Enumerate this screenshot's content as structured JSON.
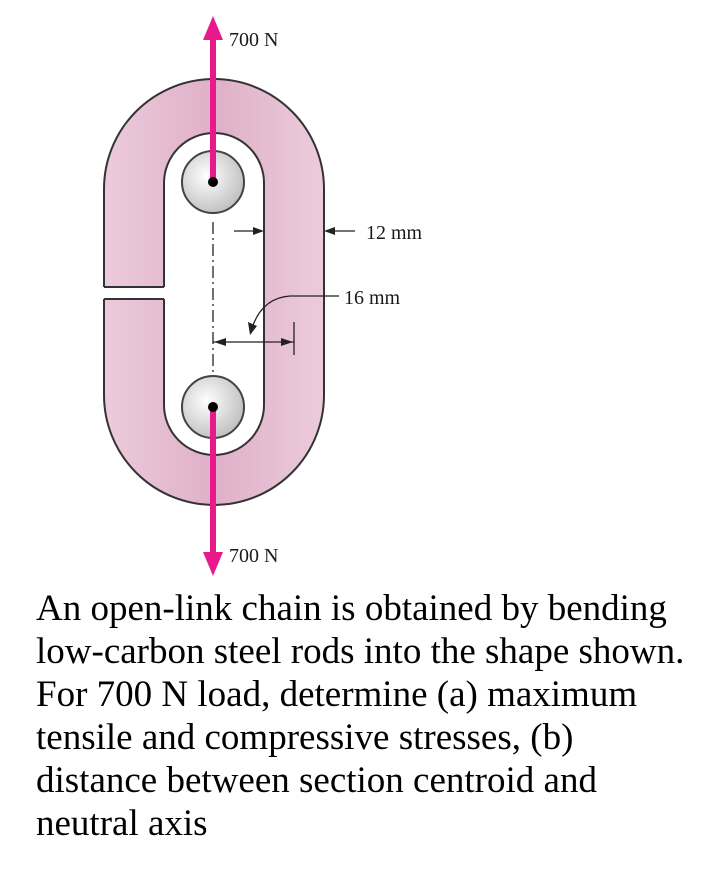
{
  "figure": {
    "load_top_label": "700 N",
    "load_bottom_label": "700 N",
    "dim_thickness_label": "12 mm",
    "dim_offset_label": "16 mm"
  },
  "problem": {
    "text": "An open-link chain is obtained by bending low-carbon steel rods into the shape shown.  For 700 N load, determine (a) maximum tensile and compressive stresses, (b) distance between section centroid and neutral axis"
  },
  "colors": {
    "link_fill": "#e6bcd2",
    "link_stroke": "#333333",
    "load_arrow": "#e8198b",
    "pin_fill": "#d6d6d6"
  }
}
